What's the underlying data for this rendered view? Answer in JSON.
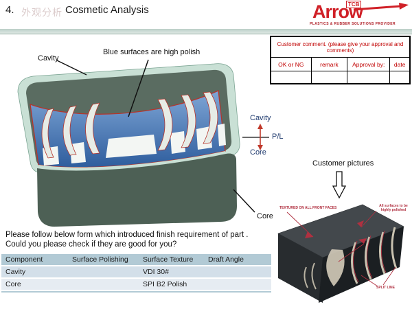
{
  "title": {
    "number": "4.",
    "cn_faint": "外观分析",
    "en": "Cosmetic Analysis"
  },
  "logo": {
    "tcb": "TCB",
    "name": "Arrow",
    "tagline": "PLASTICS & RUBBER SOLUTIONS PROVIDER",
    "brand_color": "#d02027"
  },
  "comment_table": {
    "header": "Customer comment. (please give your approval and comments)",
    "columns": [
      "OK or NG",
      "remark",
      "Approval by:",
      "date"
    ],
    "text_color": "#c00000"
  },
  "diagram": {
    "label_cavity_top": "Cavity",
    "label_blue_surfaces": "Blue surfaces are high polish",
    "label_cavity_right": "Cavity",
    "label_pl": "P/L",
    "label_core_right": "Core",
    "label_core_bottom": "Core",
    "colors": {
      "rim_mint": "#c9e0d5",
      "top_face": "#5a6c61",
      "front_face": "#4d6055",
      "blue_surface": "#2e5d9d",
      "seam_red": "#b5352c",
      "navy_label": "#1f3a6e"
    }
  },
  "customer_pictures": {
    "label": "Customer pictures",
    "annotation_textured": "TEXTURED ON ALL FRONT FACES",
    "annotation_polished": "All surfaces to be highly polished",
    "annotation_split": "SPLIT LINE"
  },
  "note": {
    "line1": "Please follow below form which introduced finish requirement of part .",
    "line2": "Could you please check if they are good for you?"
  },
  "finish_table": {
    "columns": [
      "Component",
      "Surface Polishing",
      "Surface Texture",
      "Draft Angle"
    ],
    "rows": [
      {
        "component": "Cavity",
        "surface_polishing": "",
        "surface_texture": "VDI 30#",
        "draft_angle": ""
      },
      {
        "component": "Core",
        "surface_polishing": "",
        "surface_texture": "SPI B2 Polish",
        "draft_angle": ""
      }
    ],
    "header_bg": "#b2cad5",
    "row1_bg": "#d3dfe9",
    "row2_bg": "#e6ecf2"
  }
}
